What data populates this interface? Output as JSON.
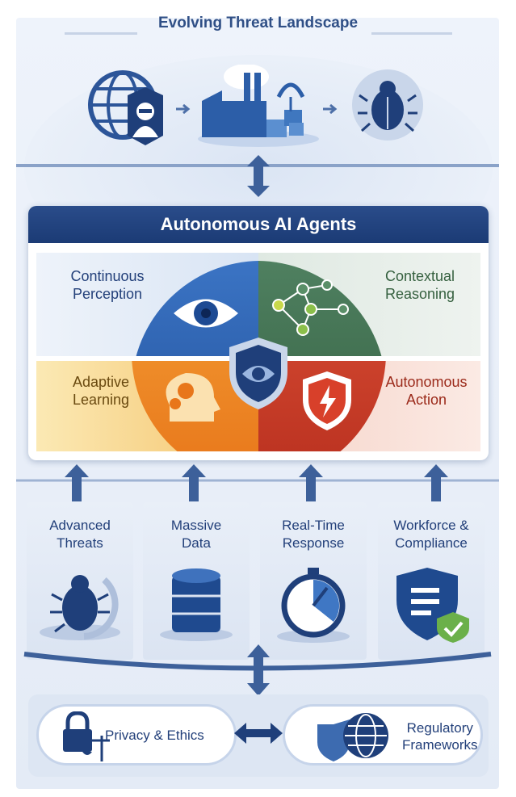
{
  "header": {
    "title": "Evolving Threat Landscape"
  },
  "core": {
    "title": "Autonomous AI Agents",
    "quadrants": [
      {
        "line1": "Continuous",
        "line2": "Perception"
      },
      {
        "line1": "Contextual",
        "line2": "Reasoning"
      },
      {
        "line1": "Adaptive",
        "line2": "Learning"
      },
      {
        "line1": "Autonomous",
        "line2": "Action"
      }
    ]
  },
  "drivers": [
    {
      "line1": "Advanced",
      "line2": "Threats"
    },
    {
      "line1": "Massive",
      "line2": "Data"
    },
    {
      "line1": "Real-Time",
      "line2": "Response"
    },
    {
      "line1": "Workforce &",
      "line2": "Compliance"
    }
  ],
  "foundation": {
    "left": "Privacy & Ethics",
    "right_line1": "Regulatory",
    "right_line2": "Frameworks"
  },
  "colors": {
    "navy": "#1f3f7a",
    "blue": "#2f5ea8",
    "green": "#3f6e4a",
    "orange": "#e8841f",
    "red": "#c83a2a"
  }
}
